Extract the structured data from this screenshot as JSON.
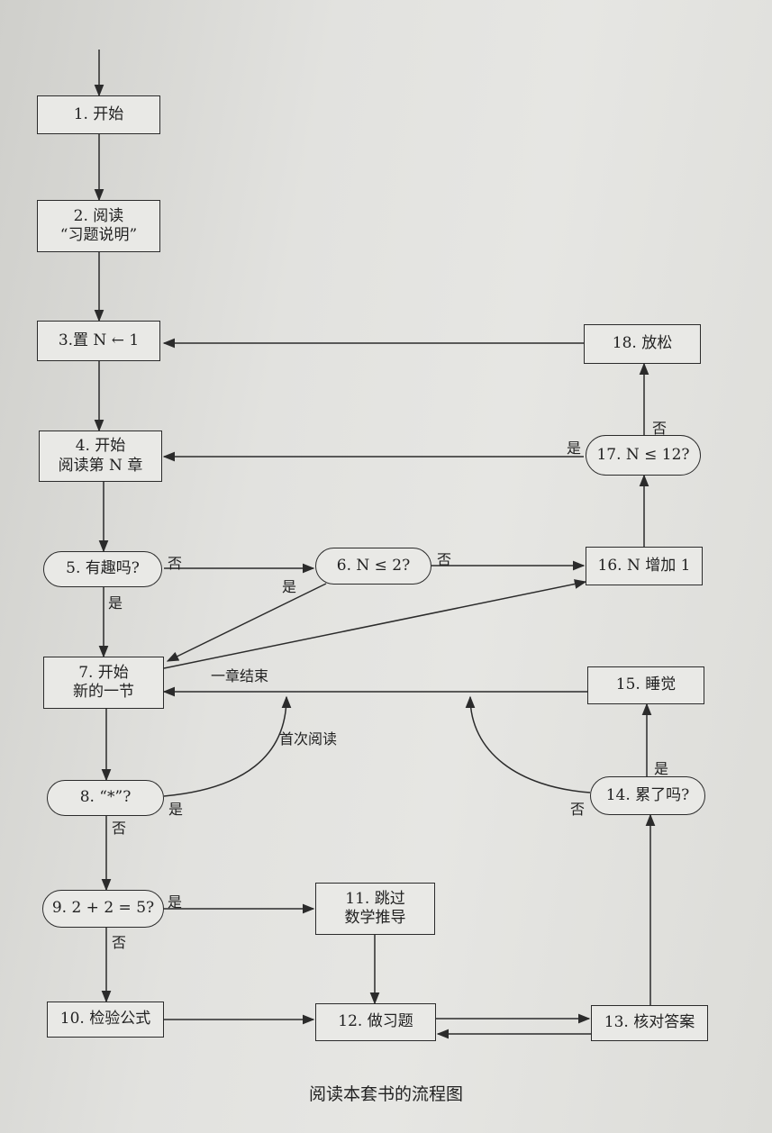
{
  "nodes": {
    "n1": "1. 开始",
    "n2": "2. 阅读\n“习题说明”",
    "n3": "3.置 N ← 1",
    "n4": "4. 开始\n阅读第 N 章",
    "n5": "5. 有趣吗?",
    "n6": "6. N ≤ 2?",
    "n7": "7. 开始\n新的一节",
    "n8": "8. “*”?",
    "n9": "9. 2 + 2 = 5?",
    "n10": "10. 检验公式",
    "n11": "11. 跳过\n数学推导",
    "n12": "12. 做习题",
    "n13": "13. 核对答案",
    "n14": "14. 累了吗?",
    "n15": "15. 睡觉",
    "n16": "16. N 增加 1",
    "n17": "17. N ≤ 12?",
    "n18": "18. 放松"
  },
  "edge_labels": {
    "n5_no": "否",
    "n5_yes": "是",
    "n6_no": "否",
    "n6_yes": "是",
    "chapter_end": "一章结束",
    "first_read": "首次阅读",
    "n8_yes": "是",
    "n8_no": "否",
    "n9_yes": "是",
    "n9_no": "否",
    "n14_yes": "是",
    "n14_no": "否",
    "n17_yes": "是",
    "n17_no": "否"
  },
  "caption": "阅读本套书的流程图"
}
